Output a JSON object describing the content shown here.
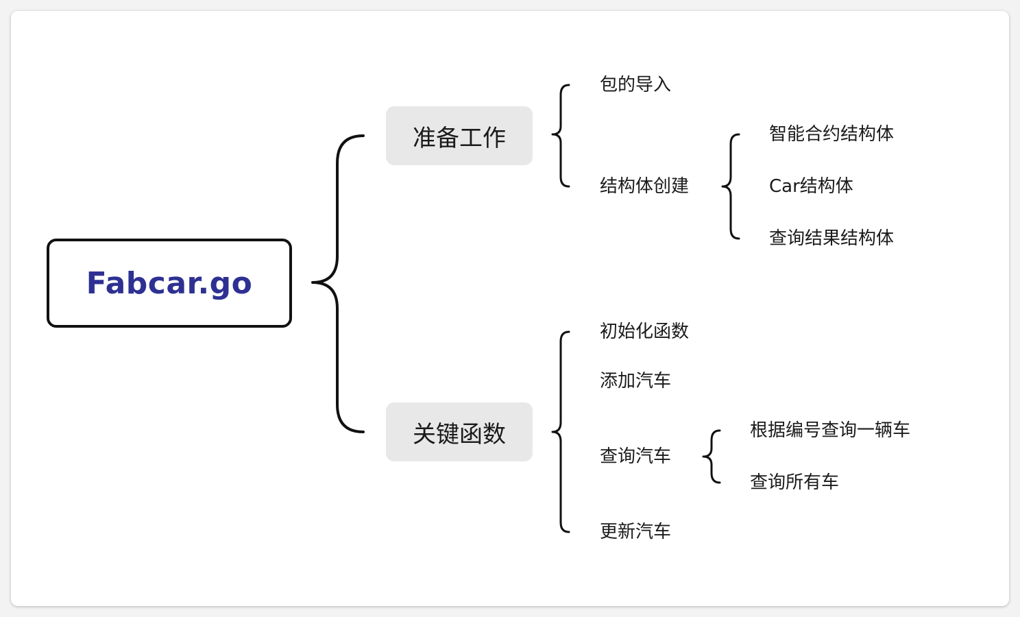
{
  "root": {
    "label": "Fabcar.go"
  },
  "branches": [
    {
      "label": "准备工作",
      "children": [
        {
          "label": "包的导入"
        },
        {
          "label": "结构体创建",
          "children": [
            {
              "label": "智能合约结构体"
            },
            {
              "label": "Car结构体"
            },
            {
              "label": "查询结果结构体"
            }
          ]
        }
      ]
    },
    {
      "label": "关键函数",
      "children": [
        {
          "label": "初始化函数"
        },
        {
          "label": "添加汽车"
        },
        {
          "label": "查询汽车",
          "children": [
            {
              "label": "根据编号查询一辆车"
            },
            {
              "label": "查询所有车"
            }
          ]
        },
        {
          "label": "更新汽车"
        }
      ]
    }
  ],
  "colors": {
    "root_text": "#2e3192",
    "root_border": "#111111",
    "branch_fill": "#e8e8e8",
    "bracket_stroke": "#111111"
  }
}
